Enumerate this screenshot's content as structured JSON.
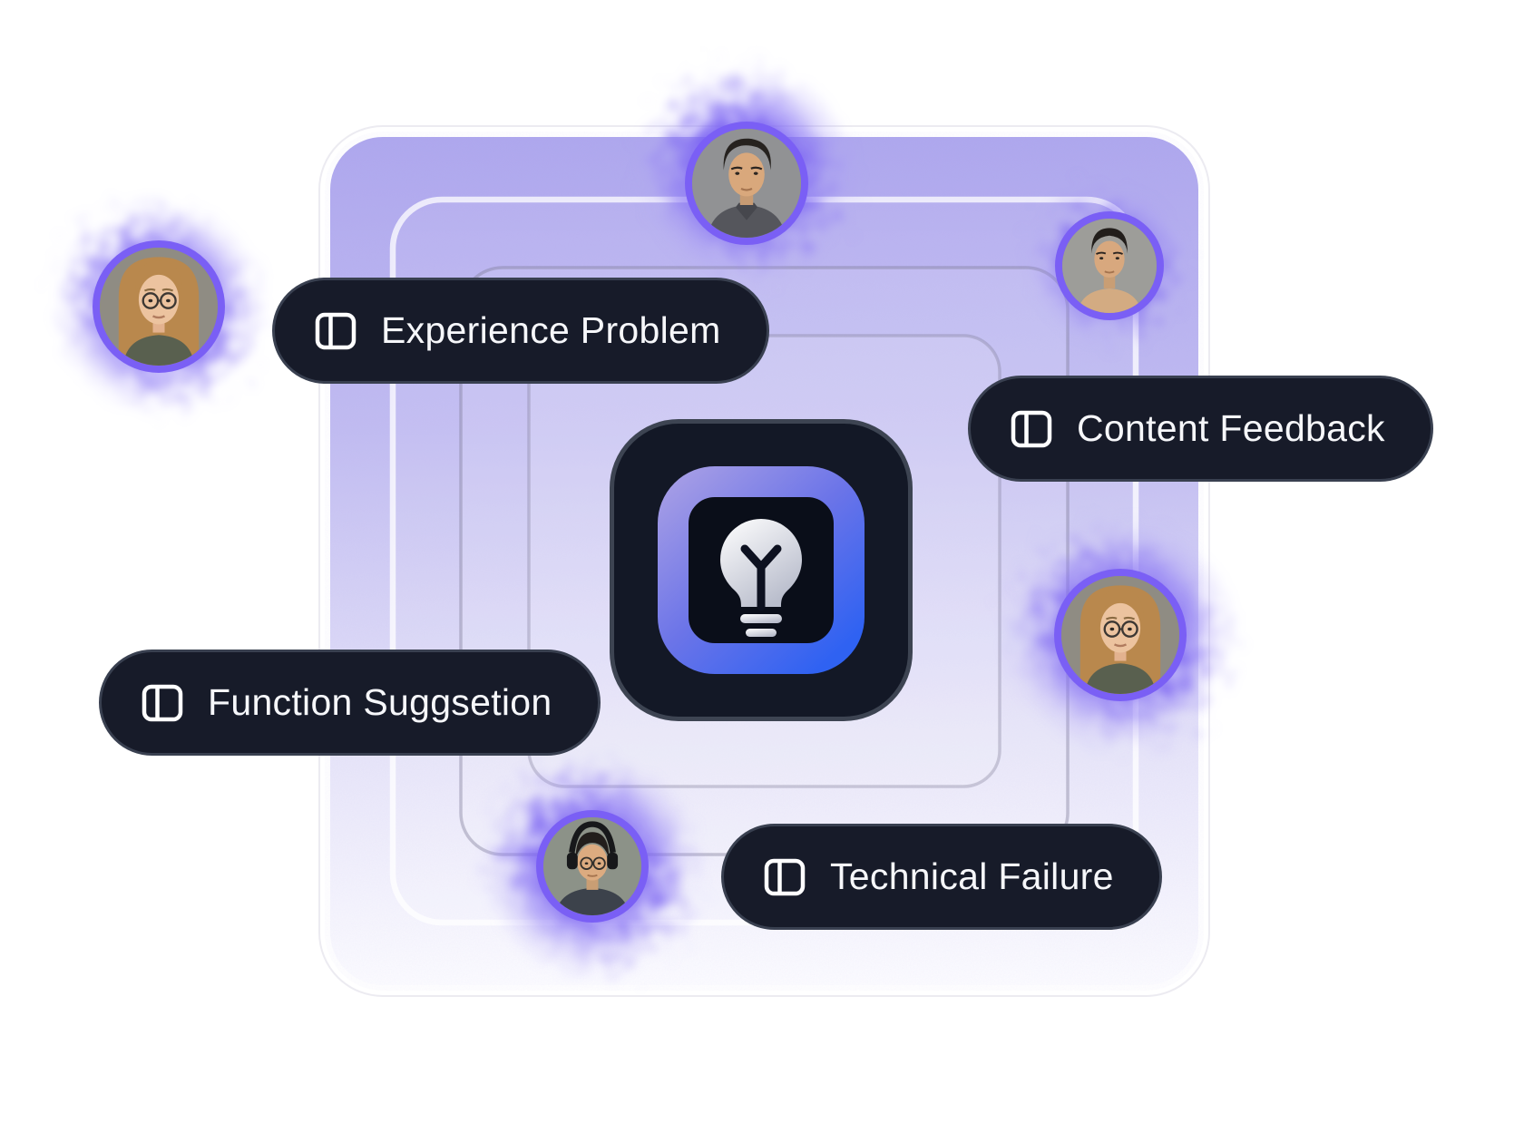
{
  "illustration": {
    "theme": "user-feedback-idea-hub",
    "background_color": "#ffffff",
    "accent_purple": "#7a5ff5",
    "glow_color": "#7b63f1",
    "panel_fill_top": "#b0a9ee",
    "panel_fill_bottom": "#fdfdff",
    "panel_border": "#ffffff",
    "badge_bg": "#171b29",
    "badge_border": "#394050",
    "badge_text_color": "#f6f7fa",
    "center_square_bg": "#131826",
    "center_ring_gradient": [
      "#a49ce6",
      "#6b74e8",
      "#2f62f2"
    ],
    "bulb_color": "#ffffff"
  },
  "badges": [
    {
      "label": "Experience Problem",
      "icon": "panel-left-icon"
    },
    {
      "label": "Content Feedback",
      "icon": "panel-left-icon"
    },
    {
      "label": "Function Suggsetion",
      "icon": "panel-left-icon"
    },
    {
      "label": "Technical Failure",
      "icon": "panel-left-icon"
    }
  ],
  "center_icon": {
    "glyph": "lightbulb-icon"
  },
  "avatars": [
    {
      "id": "avatar-top",
      "description": "man with dark swept hair, grey jacket"
    },
    {
      "id": "avatar-top-right",
      "description": "young man with short dark hair"
    },
    {
      "id": "avatar-left",
      "description": "woman with glasses, long light-brown hair"
    },
    {
      "id": "avatar-right",
      "description": "woman with glasses, long light-brown hair"
    },
    {
      "id": "avatar-bottom",
      "description": "man with glasses wearing black headphones"
    }
  ]
}
